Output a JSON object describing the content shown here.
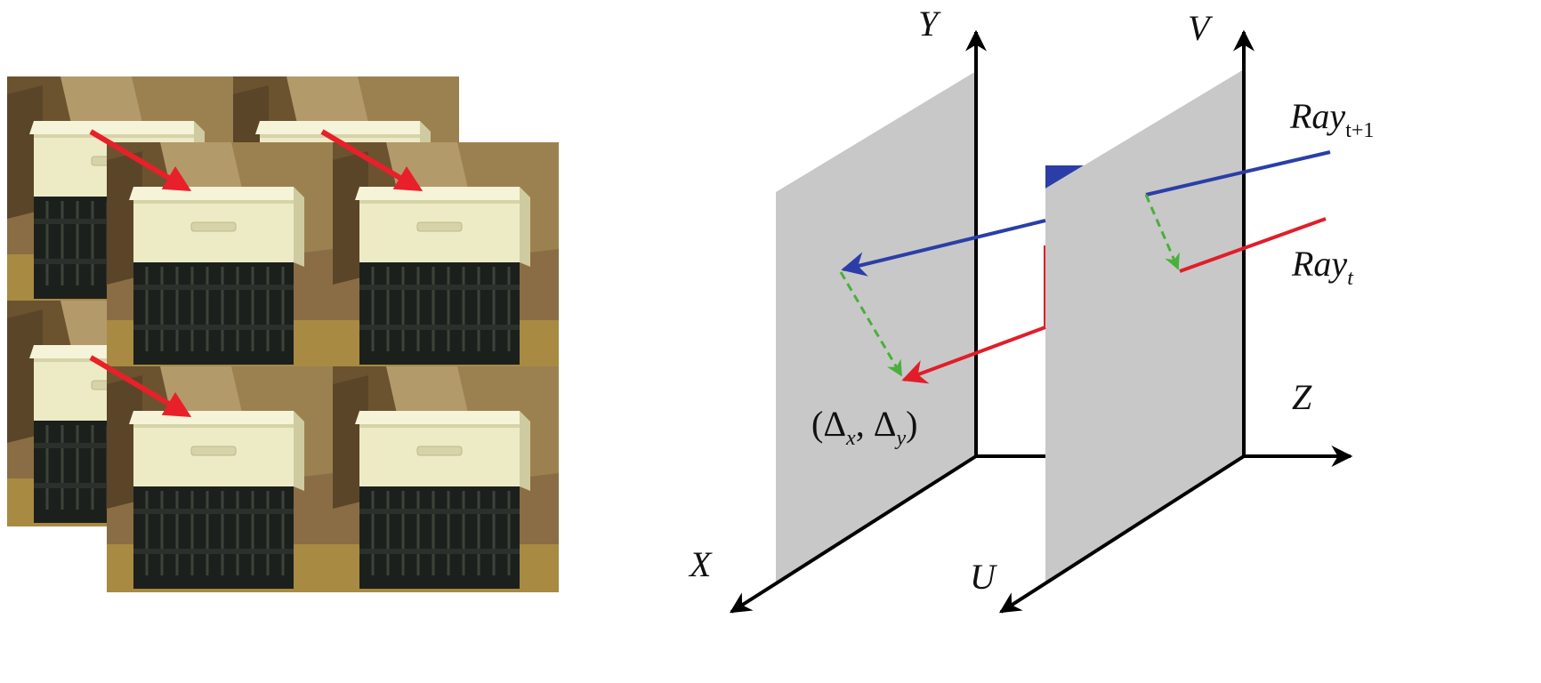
{
  "left_panel": {
    "tiles": [
      "tile-top-left",
      "tile-top-right",
      "tile-mid-left",
      "tile-mid-right",
      "tile-bottom-left",
      "tile-bottom-right"
    ],
    "colors": {
      "wall_dark": "#6b5330",
      "wall_mid": "#8a6d44",
      "wall_light": "#b39a6b",
      "floor": "#a88a42",
      "box_light": "#ecebc6",
      "box_shade": "#d6d3a8",
      "crate_dark": "#1c201d",
      "crate_mid": "#2c302b",
      "arrow": "#e8202a"
    }
  },
  "right_panel": {
    "labels": {
      "y_axis": "Y",
      "v_axis": "V",
      "x_axis": "X",
      "u_axis": "U",
      "z_axis": "Z"
    },
    "ray_next": {
      "base": "Ray",
      "sub": "t+1"
    },
    "ray_current": {
      "base": "Ray",
      "sub": "t"
    },
    "offset_label": {
      "open": "(Δ",
      "sub_x": "x",
      "mid": ", Δ",
      "sub_y": "y",
      "close": ")"
    },
    "colors": {
      "plane": "#c8c8c8",
      "axis": "#000000",
      "ray_blue": "#2b3ea8",
      "ray_red": "#e01e2a",
      "offset_green": "#4ab03a"
    }
  }
}
